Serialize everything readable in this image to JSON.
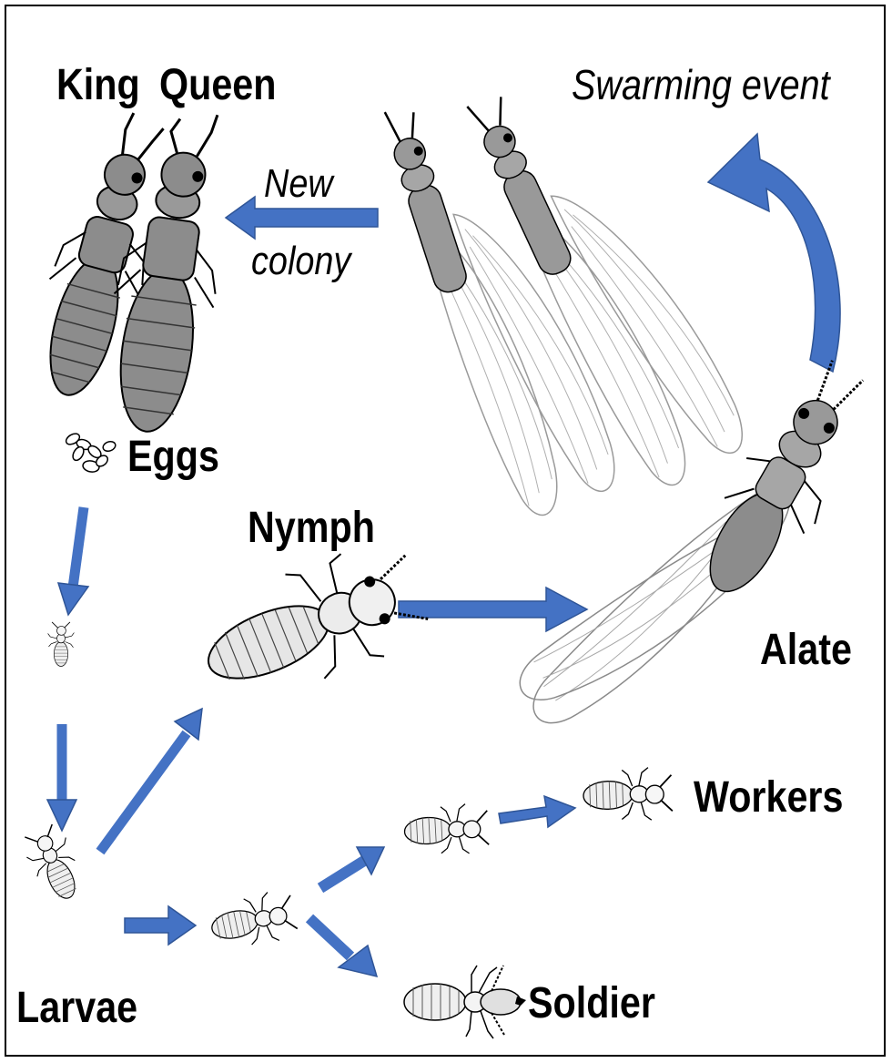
{
  "labels": {
    "king": "King",
    "queen": "Queen",
    "swarming_event": "Swarming event",
    "new": "New",
    "colony": "colony",
    "eggs": "Eggs",
    "nymph": "Nymph",
    "alate": "Alate",
    "workers": "Workers",
    "larvae": "Larvae",
    "soldier": "Soldier"
  },
  "colors": {
    "arrow": "#4472C4",
    "arrow_edge": "#2F5597",
    "insect_dark": "#8C8C8C",
    "insect_mid": "#A6A6A6",
    "insect_light": "#D9D9D9",
    "outline": "#000000"
  },
  "icons": [
    "king-termite-icon",
    "queen-termite-icon",
    "swarming-alate-icon",
    "eggs-icon",
    "nymph-icon",
    "alate-icon",
    "worker-icon",
    "larva-icon",
    "soldier-icon"
  ]
}
